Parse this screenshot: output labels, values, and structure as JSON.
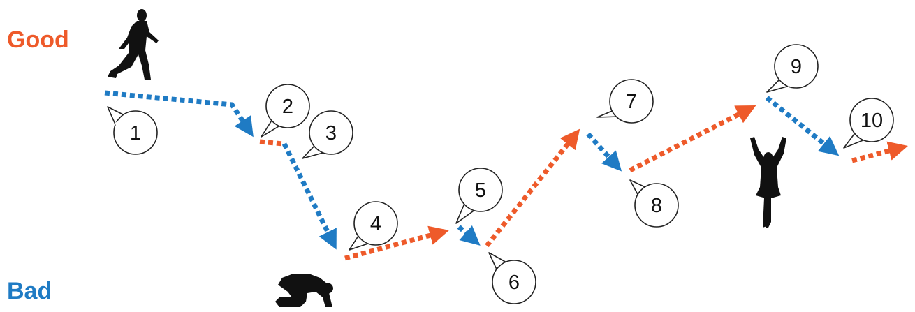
{
  "labels": {
    "good": "Good",
    "bad": "Bad"
  },
  "colors": {
    "good_orange": "#ee5a2a",
    "bad_blue": "#1f7bc4",
    "silhouette": "#111111",
    "bubble_stroke": "#222222"
  },
  "steps": [
    {
      "number": "1",
      "direction": "down"
    },
    {
      "number": "2",
      "direction": "flat"
    },
    {
      "number": "3",
      "direction": "down"
    },
    {
      "number": "4",
      "direction": "up"
    },
    {
      "number": "5",
      "direction": "down"
    },
    {
      "number": "6",
      "direction": "up"
    },
    {
      "number": "7",
      "direction": "down"
    },
    {
      "number": "8",
      "direction": "up"
    },
    {
      "number": "9",
      "direction": "down"
    },
    {
      "number": "10",
      "direction": "up"
    }
  ],
  "figures": [
    "walking-person-icon",
    "kneeling-person-icon",
    "celebrating-person-icon"
  ]
}
